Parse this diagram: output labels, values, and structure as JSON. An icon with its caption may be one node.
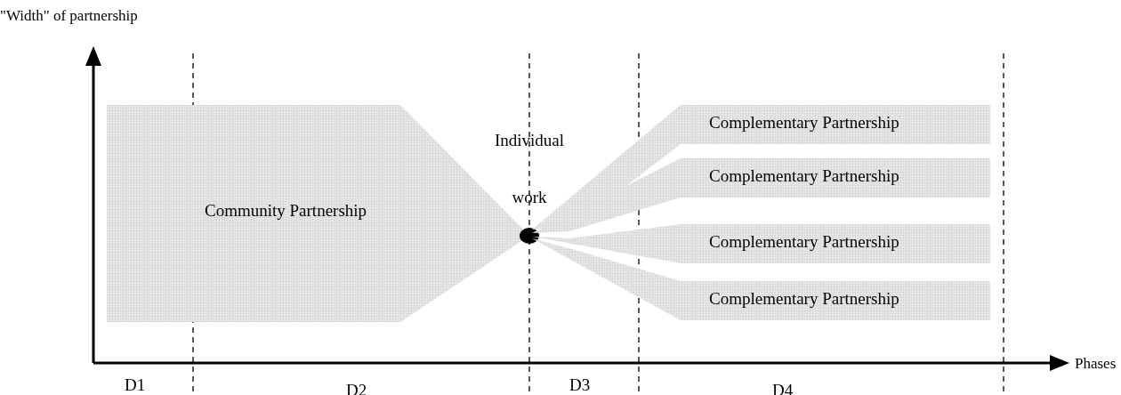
{
  "diagram": {
    "nodes": [
      {
        "text": [
          "Community Partnership"
        ]
      },
      {
        "text": [
          "Individual work"
        ]
      },
      {
        "text": [
          "Complementary Partnership"
        ]
      },
      {
        "text": [
          "Complementary Partnership"
        ]
      },
      {
        "text": [
          "Complementary Partnership"
        ]
      },
      {
        "text": [
          "Complementary Partnership"
        ]
      }
    ],
    "labels": [
      "\"Width\" of partnership",
      "Phases",
      "D1",
      "D2",
      "D3",
      "D4"
    ]
  }
}
